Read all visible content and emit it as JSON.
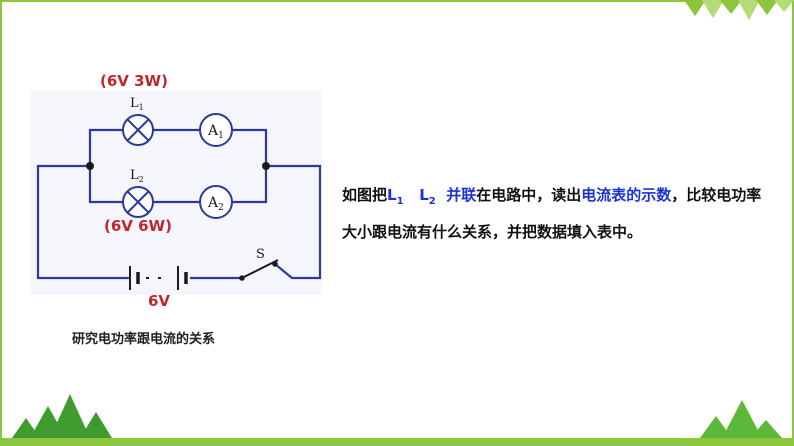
{
  "circuit": {
    "l1_label": "(6V 3W)",
    "l2_label": "(6V 6W)",
    "battery_label": "6V",
    "lamp1_name": "L",
    "lamp1_sub": "1",
    "lamp2_name": "L",
    "lamp2_sub": "2",
    "ammeter1_name": "A",
    "ammeter1_sub": "1",
    "ammeter2_name": "A",
    "ammeter2_sub": "2",
    "switch_name": "S"
  },
  "caption": "研究电功率跟电流的关系",
  "description": {
    "p1": "如图把",
    "l1": "L",
    "l1_sub": "1",
    "l2": "L",
    "l2_sub": "2",
    "parallel": "并联",
    "p2": "在电路中，读出",
    "ammeter_reading": "电流表的示数",
    "p3": "，比较电功率大小跟电流有什么关系，并把数据填入表中。"
  },
  "colors": {
    "accent_green": "#8cc63f",
    "label_red": "#c0272d",
    "highlight_blue": "#1a33d6",
    "wire_blue": "#2b3c97"
  }
}
